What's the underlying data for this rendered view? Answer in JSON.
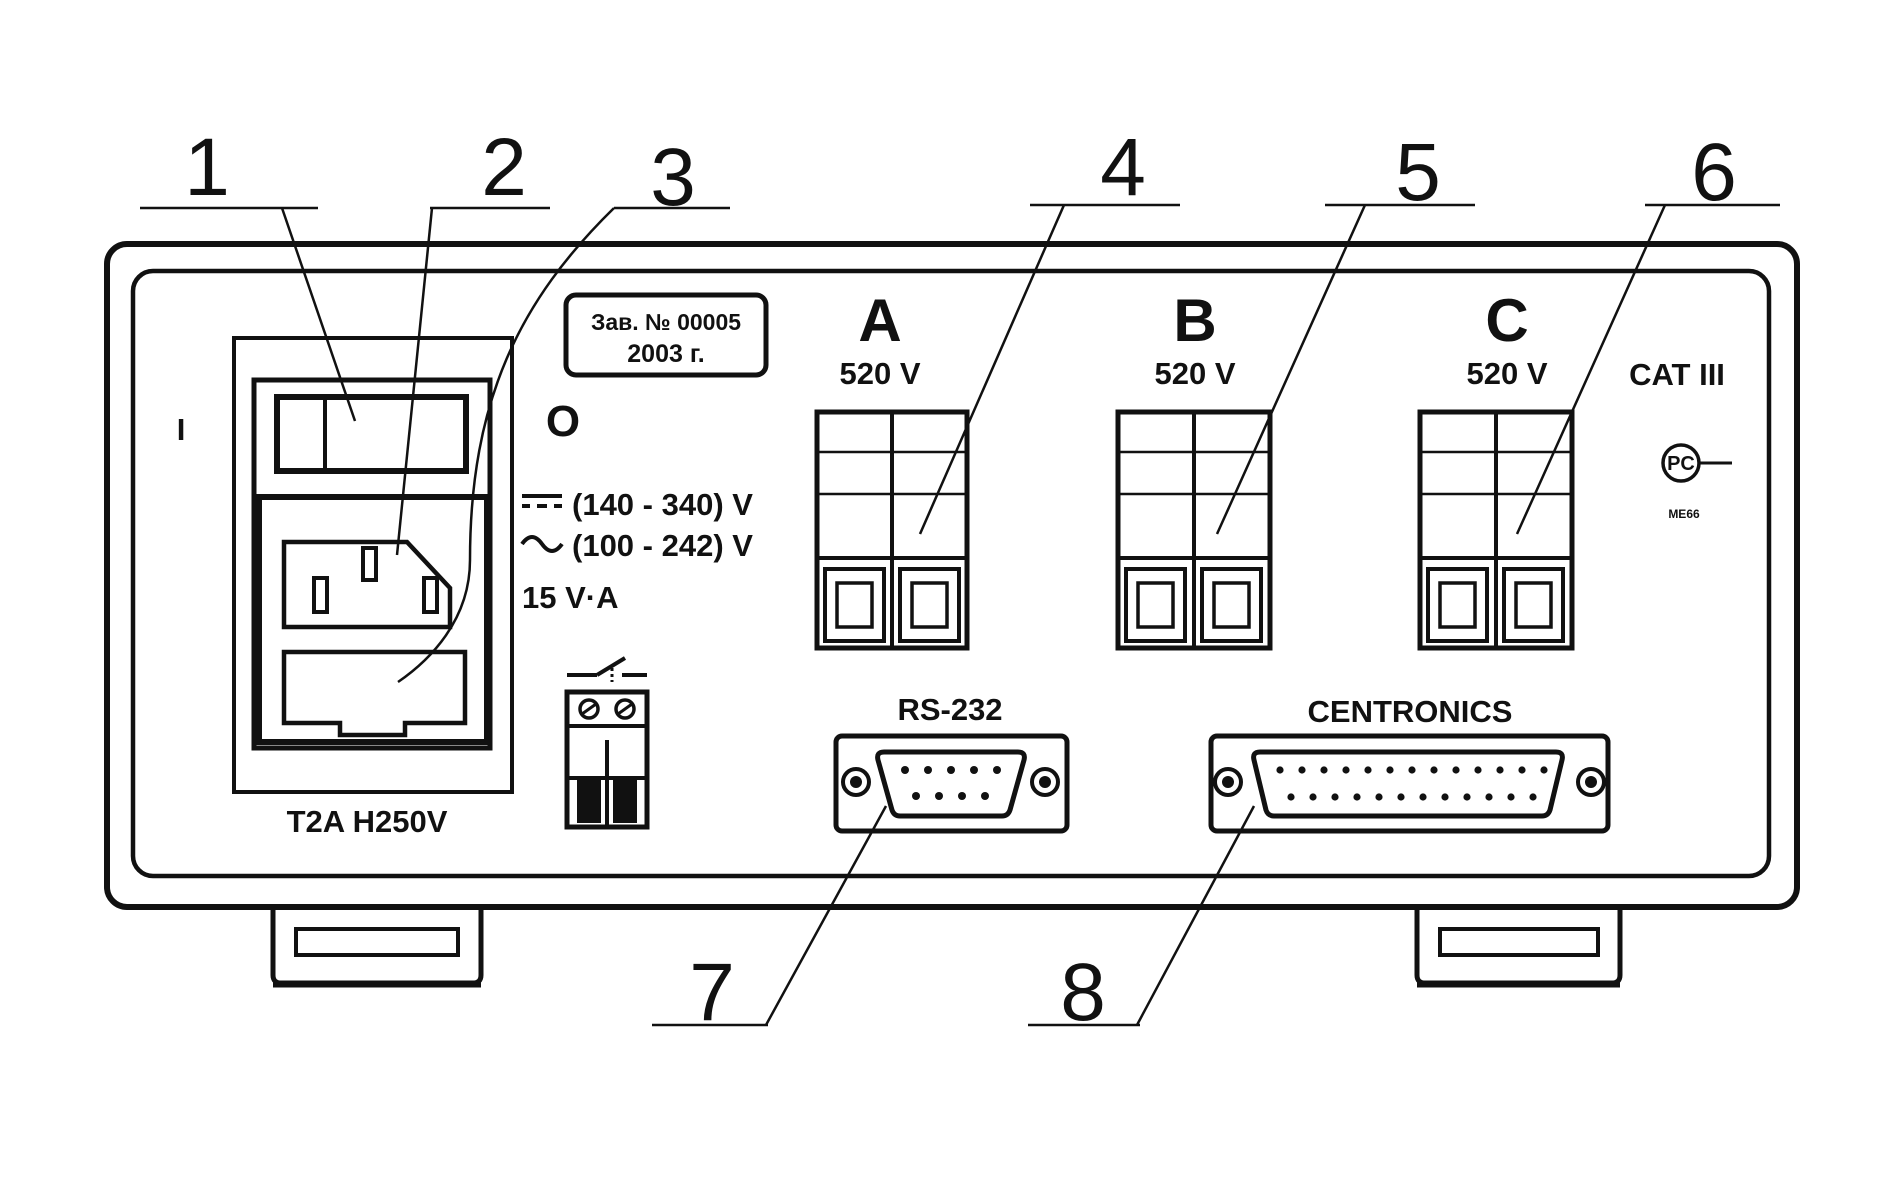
{
  "callouts": [
    "1",
    "2",
    "3",
    "4",
    "5",
    "6",
    "7",
    "8"
  ],
  "switch": {
    "on_symbol": "I",
    "off_symbol": "O"
  },
  "serial_plate": {
    "line1": "Зав. № 00005",
    "line2": "2003 г."
  },
  "power": {
    "dc_range": "(140 - 340) V",
    "ac_range": "(100 - 242) V",
    "rating": "15 V·A",
    "fuse": "T2A H250V"
  },
  "phases": [
    {
      "letter": "A",
      "voltage": "520 V"
    },
    {
      "letter": "B",
      "voltage": "520 V"
    },
    {
      "letter": "C",
      "voltage": "520 V"
    }
  ],
  "category": "CAT III",
  "ports": {
    "serial": "RS-232",
    "parallel": "CENTRONICS"
  },
  "certification": {
    "mark": "PC",
    "code": "МЕ66"
  }
}
